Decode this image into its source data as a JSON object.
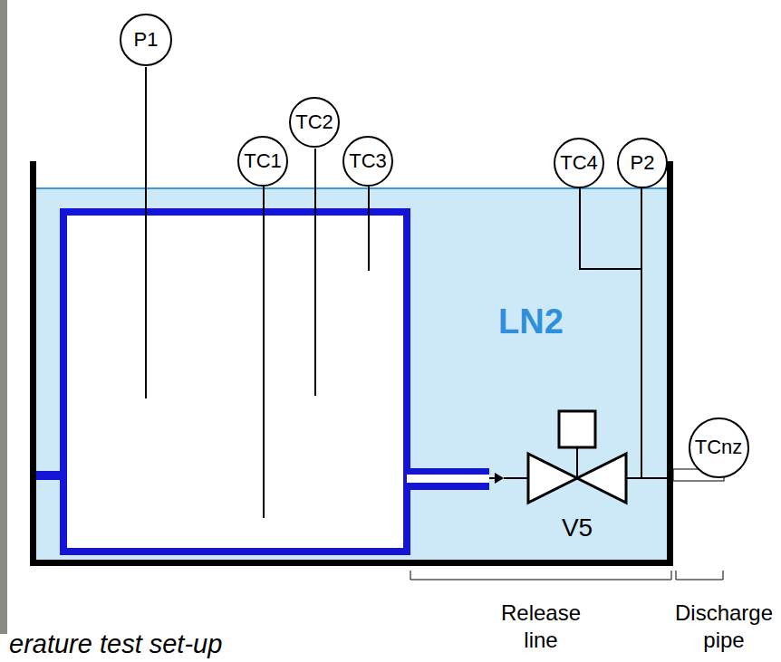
{
  "diagram": {
    "caption": "erature test set-up",
    "nodes": [
      {
        "text": [
          "P1"
        ]
      },
      {
        "text": [
          "TC1"
        ]
      },
      {
        "text": [
          "TC2"
        ]
      },
      {
        "text": [
          "TC3"
        ]
      },
      {
        "text": [
          "TC4"
        ]
      },
      {
        "text": [
          "P2"
        ]
      },
      {
        "text": [
          "TCnz"
        ]
      }
    ],
    "labels": [
      "LN2",
      "V5",
      "Release line",
      "Discharge pipe"
    ]
  }
}
